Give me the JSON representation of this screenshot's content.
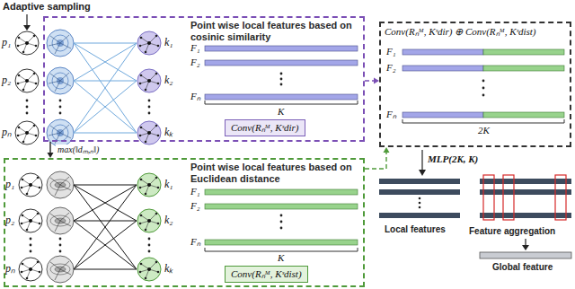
{
  "diagram": {
    "nodes": [
      {
        "text": [
          "Point wise local features based on cosinic similarity"
        ]
      },
      {
        "text": [
          "p₁"
        ]
      },
      {
        "text": [
          "p₂"
        ]
      },
      {
        "text": [
          "pₙ"
        ]
      },
      {
        "text": [
          "k₁"
        ],
        "in": 0
      },
      {
        "text": [
          "k₂"
        ],
        "in": 0
      },
      {
        "text": [
          "kₖ"
        ],
        "in": 0
      },
      {
        "text": [
          "Conv(Rₙᴹ, Kˢdir)"
        ],
        "in": 0
      },
      {
        "text": [
          "Point wise local features based on Euclidean distance"
        ]
      },
      {
        "text": [
          "p₁"
        ],
        "in": 8
      },
      {
        "text": [
          "p₂"
        ],
        "in": 8
      },
      {
        "text": [
          "pₙ"
        ],
        "in": 8
      },
      {
        "text": [
          "k₁"
        ],
        "in": 8
      },
      {
        "text": [
          "k₂"
        ],
        "in": 8
      },
      {
        "text": [
          "kₖ"
        ],
        "in": 8
      },
      {
        "text": [
          "Conv(Rₙᴹ, Kˢdist)"
        ],
        "in": 8
      },
      {
        "text": [
          "Conv(Rₙᴹ, Kˢdir) ⊕ Conv(Rₙᴹ, Kˢdist)"
        ]
      }
    ],
    "edges": [
      {
        "from": 0,
        "to": 16,
        "arrow": "to"
      },
      {
        "from": 8,
        "to": 16,
        "arrow": "to"
      },
      {
        "from": 0,
        "to": 8,
        "label": "max(‖dₘ,ₙ‖)",
        "arrow": "to"
      }
    ],
    "labels": [
      "Adaptive sampling",
      "F₁",
      "F₂",
      "Fₙ",
      "K",
      "F₁",
      "F₂",
      "Fₙ",
      "K",
      "F₁",
      "F₂",
      "Fₙ",
      "2K",
      "MLP(2K, K)",
      "Local features",
      "Feature aggregation",
      "Global feature"
    ]
  }
}
